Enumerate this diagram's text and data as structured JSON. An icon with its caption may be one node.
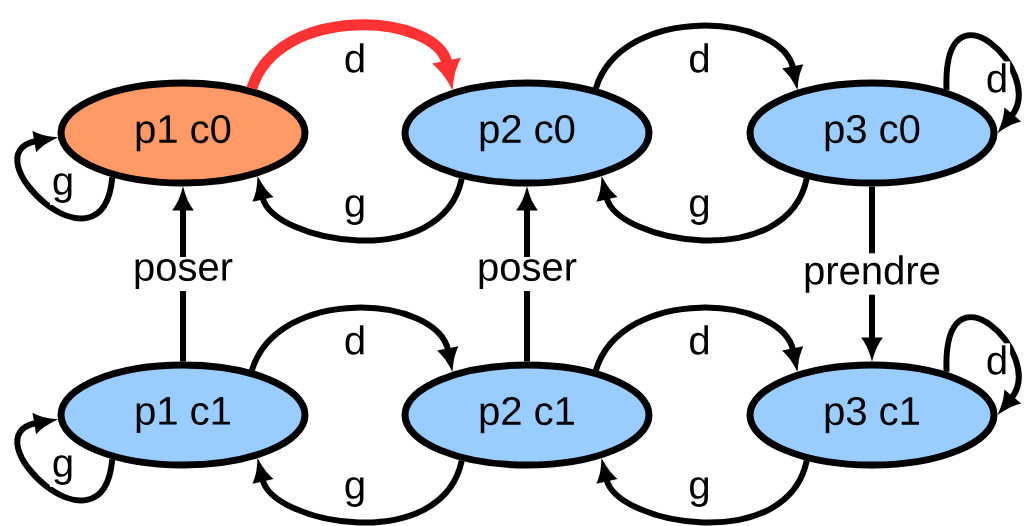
{
  "diagram": {
    "nodes": [
      {
        "text": [
          "p1 c0"
        ]
      },
      {
        "text": [
          "p2 c0"
        ]
      },
      {
        "text": [
          "p3 c0"
        ]
      },
      {
        "text": [
          "p1 c1"
        ]
      },
      {
        "text": [
          "p2 c1"
        ]
      },
      {
        "text": [
          "p3 c1"
        ]
      }
    ],
    "edges": [
      {
        "from": 0,
        "to": 0,
        "arrow": "to",
        "label": "g"
      },
      {
        "from": 0,
        "to": 1,
        "arrow": "to",
        "label": "d",
        "style": "thick",
        "color": "#ff3333"
      },
      {
        "from": 1,
        "to": 0,
        "arrow": "to",
        "label": "g"
      },
      {
        "from": 1,
        "to": 2,
        "arrow": "to",
        "label": "d"
      },
      {
        "from": 2,
        "to": 1,
        "arrow": "to",
        "label": "g"
      },
      {
        "from": 2,
        "to": 2,
        "arrow": "to",
        "label": "d"
      },
      {
        "from": 3,
        "to": 0,
        "arrow": "to",
        "label": "poser"
      },
      {
        "from": 4,
        "to": 1,
        "arrow": "to",
        "label": "poser"
      },
      {
        "from": 2,
        "to": 5,
        "arrow": "to",
        "label": "prendre"
      },
      {
        "from": 3,
        "to": 3,
        "arrow": "to",
        "label": "g"
      },
      {
        "from": 3,
        "to": 4,
        "arrow": "to",
        "label": "d"
      },
      {
        "from": 4,
        "to": 3,
        "arrow": "to",
        "label": "g"
      },
      {
        "from": 4,
        "to": 5,
        "arrow": "to",
        "label": "d"
      },
      {
        "from": 5,
        "to": 4,
        "arrow": "to",
        "label": "g"
      },
      {
        "from": 5,
        "to": 5,
        "arrow": "to",
        "label": "d"
      }
    ]
  }
}
